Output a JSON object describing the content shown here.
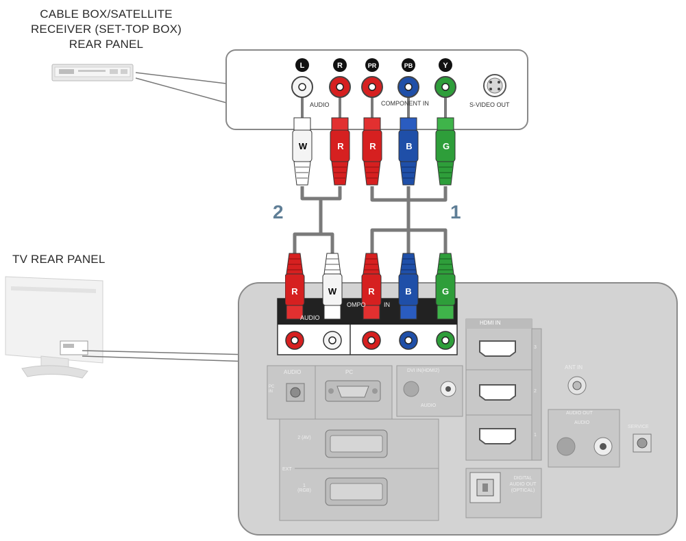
{
  "labels": {
    "cable_box_title": "CABLE BOX/SATELLITE\nRECEIVER (SET-TOP BOX)\nREAR PANEL",
    "tv_panel_title": "TV REAR PANEL"
  },
  "box_panel": {
    "jack_badges": [
      "L",
      "R",
      "PR",
      "PB",
      "Y"
    ],
    "audio_label": "AUDIO",
    "component_label": "COMPONENT IN",
    "svideo_label": "S-VIDEO OUT"
  },
  "cables": {
    "top_plugs": [
      "W",
      "R",
      "R",
      "B",
      "G"
    ],
    "bottom_plugs": [
      "R",
      "W",
      "R",
      "B",
      "G"
    ],
    "group_audio_number": "2",
    "group_video_number": "1"
  },
  "tv_panel": {
    "strip_component_label": "OMPO",
    "strip_in_label": "IN",
    "strip_audio_label": "AUDIO",
    "hdmi_label": "HDMI IN",
    "hdmi_ports": [
      "3",
      "2",
      "1"
    ],
    "pc_in_label": "PC IN",
    "audio_label": "AUDIO",
    "pc_label": "PC",
    "dvi_label": "DVI IN(HDMI2)",
    "dvi_audio_label": "AUDIO",
    "ant_label": "ANT IN",
    "audio_out_label": "AUDIO OUT",
    "audio_out_sub": "AUDIO",
    "service_label": "SERVICE",
    "ext_label": "EXT",
    "ext2_label": "2 (AV)",
    "ext1_label": "1 (RGB)",
    "optical_label": "DIGITAL AUDIO OUT (OPTICAL)"
  },
  "colors": {
    "white_jack": "#f4f4f4",
    "red_jack": "#d62020",
    "blue_jack": "#1f4fa8",
    "green_jack": "#2e9e3a",
    "panel_gray": "#cfcfcf",
    "number_color": "#5f7e96"
  }
}
